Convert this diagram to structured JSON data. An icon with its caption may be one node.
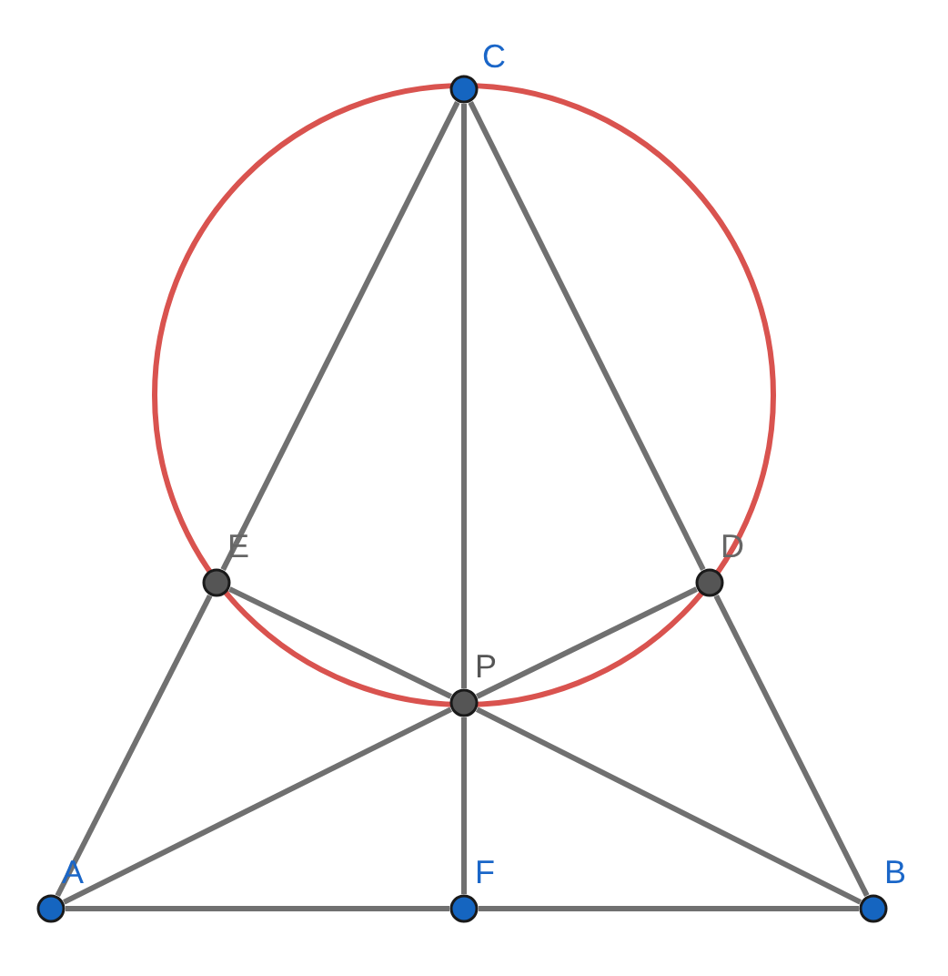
{
  "diagram": {
    "nodes": [
      {
        "text": [
          "C"
        ]
      },
      {
        "text": [
          "E"
        ]
      },
      {
        "text": [
          "D"
        ]
      },
      {
        "text": [
          "P"
        ]
      },
      {
        "text": [
          "A"
        ]
      },
      {
        "text": [
          "F"
        ]
      },
      {
        "text": [
          "B"
        ]
      }
    ],
    "edges": [
      {
        "from": 4,
        "to": 1,
        "arrow": "none"
      },
      {
        "from": 1,
        "to": 0,
        "arrow": "none"
      },
      {
        "from": 0,
        "to": 2,
        "arrow": "none"
      },
      {
        "from": 2,
        "to": 6,
        "arrow": "none"
      },
      {
        "from": 4,
        "to": 5,
        "arrow": "none"
      },
      {
        "from": 5,
        "to": 6,
        "arrow": "none"
      },
      {
        "from": 0,
        "to": 3,
        "arrow": "none"
      },
      {
        "from": 3,
        "to": 5,
        "arrow": "none"
      },
      {
        "from": 4,
        "to": 3,
        "arrow": "none"
      },
      {
        "from": 3,
        "to": 2,
        "arrow": "none"
      },
      {
        "from": 6,
        "to": 3,
        "arrow": "none"
      },
      {
        "from": 3,
        "to": 1,
        "arrow": "none"
      }
    ]
  }
}
